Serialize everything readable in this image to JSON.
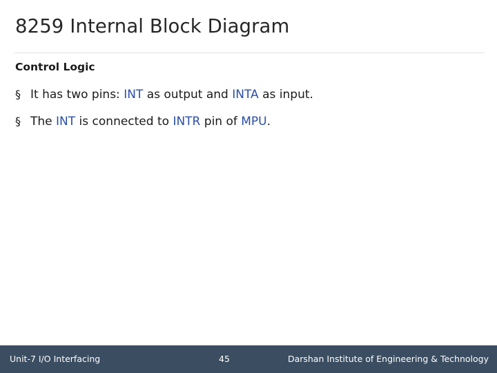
{
  "slide": {
    "title": "8259 Internal Block Diagram",
    "section_heading": "Control Logic",
    "bullets": [
      {
        "marker": "§",
        "parts": [
          {
            "text": "It has two pins: ",
            "highlight": false
          },
          {
            "text": "INT",
            "highlight": true
          },
          {
            "text": " as output and ",
            "highlight": false
          },
          {
            "text": "INTA",
            "highlight": true
          },
          {
            "text": " as input.",
            "highlight": false
          }
        ]
      },
      {
        "marker": "§",
        "parts": [
          {
            "text": "The ",
            "highlight": false
          },
          {
            "text": "INT",
            "highlight": true
          },
          {
            "text": " is connected to ",
            "highlight": false
          },
          {
            "text": "INTR",
            "highlight": true
          },
          {
            "text": " pin of ",
            "highlight": false
          },
          {
            "text": "MPU",
            "highlight": true
          },
          {
            "text": ".",
            "highlight": false
          }
        ]
      }
    ]
  },
  "footer": {
    "left": "Unit-7 I/O Interfacing",
    "page_number": "45",
    "right": "Darshan Institute of Engineering & Technology",
    "background_color": "#3b4d61",
    "text_color": "#ffffff"
  },
  "theme": {
    "highlight_color": "#2a4ea8",
    "body_text_color": "#1a1a1a",
    "rule_color": "#e3e3e3"
  }
}
